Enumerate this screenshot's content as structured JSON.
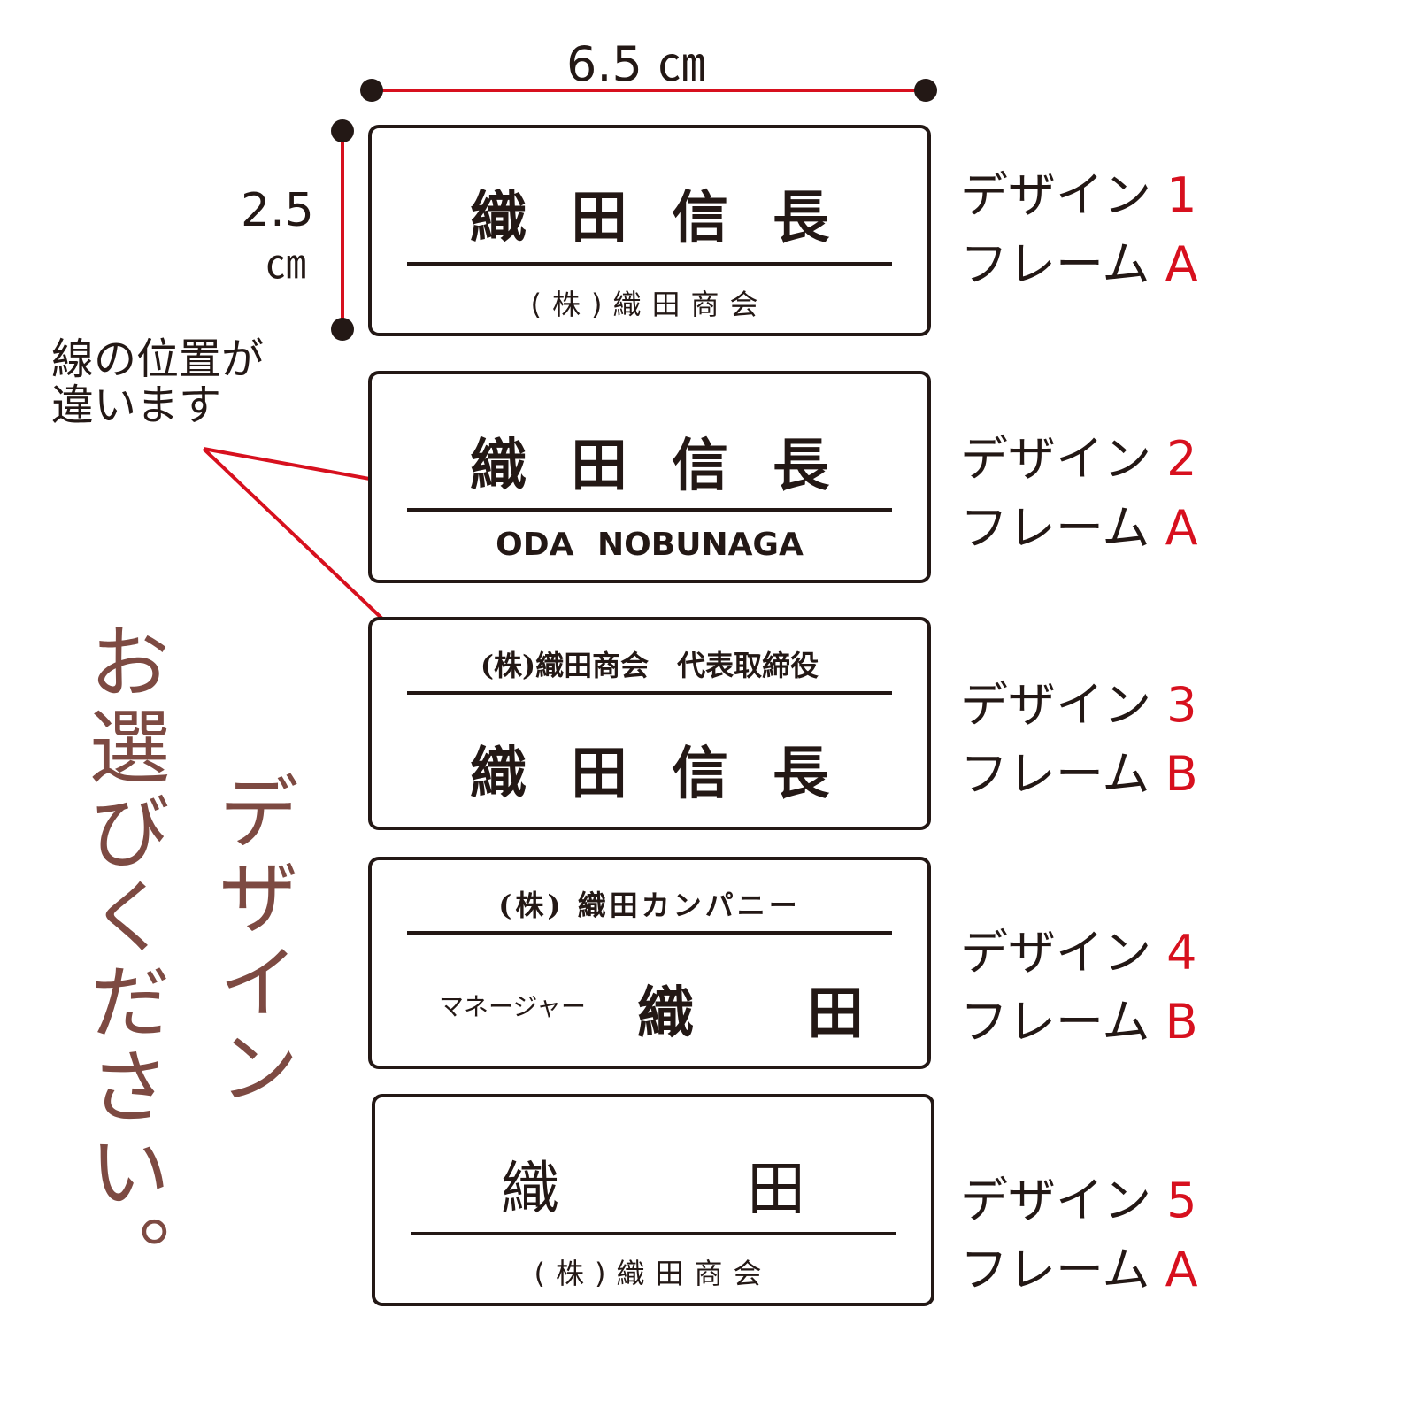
{
  "dimensions": {
    "width_label": "6.5 ㎝",
    "height_value": "2.5",
    "height_unit": "㎝"
  },
  "annotation": {
    "line1": "線の位置が",
    "line2": "違います"
  },
  "heading": {
    "primary": "お選びください。",
    "secondary": "デザイン"
  },
  "colors": {
    "accent": "#d7101e",
    "heading": "#7d4a42",
    "ink": "#231815"
  },
  "designs": [
    {
      "design_label": "デザイン",
      "design_no": "1",
      "frame_label": "フレーム",
      "frame": "A",
      "name": "織田信長",
      "sub": "(株)織田商会"
    },
    {
      "design_label": "デザイン",
      "design_no": "2",
      "frame_label": "フレーム",
      "frame": "A",
      "name": "織田信長",
      "sub": "ODA NOBUNAGA"
    },
    {
      "design_label": "デザイン",
      "design_no": "3",
      "frame_label": "フレーム",
      "frame": "B",
      "top": "(株)織田商会　代表取締役",
      "name": "織田信長"
    },
    {
      "design_label": "デザイン",
      "design_no": "4",
      "frame_label": "フレーム",
      "frame": "B",
      "top": "(株) 織田カンパニー",
      "title": "マネージャー",
      "name_a": "織",
      "name_b": "田"
    },
    {
      "design_label": "デザイン",
      "design_no": "5",
      "frame_label": "フレーム",
      "frame": "A",
      "name_a": "織",
      "name_b": "田",
      "sub": "(株)織田商会"
    }
  ]
}
